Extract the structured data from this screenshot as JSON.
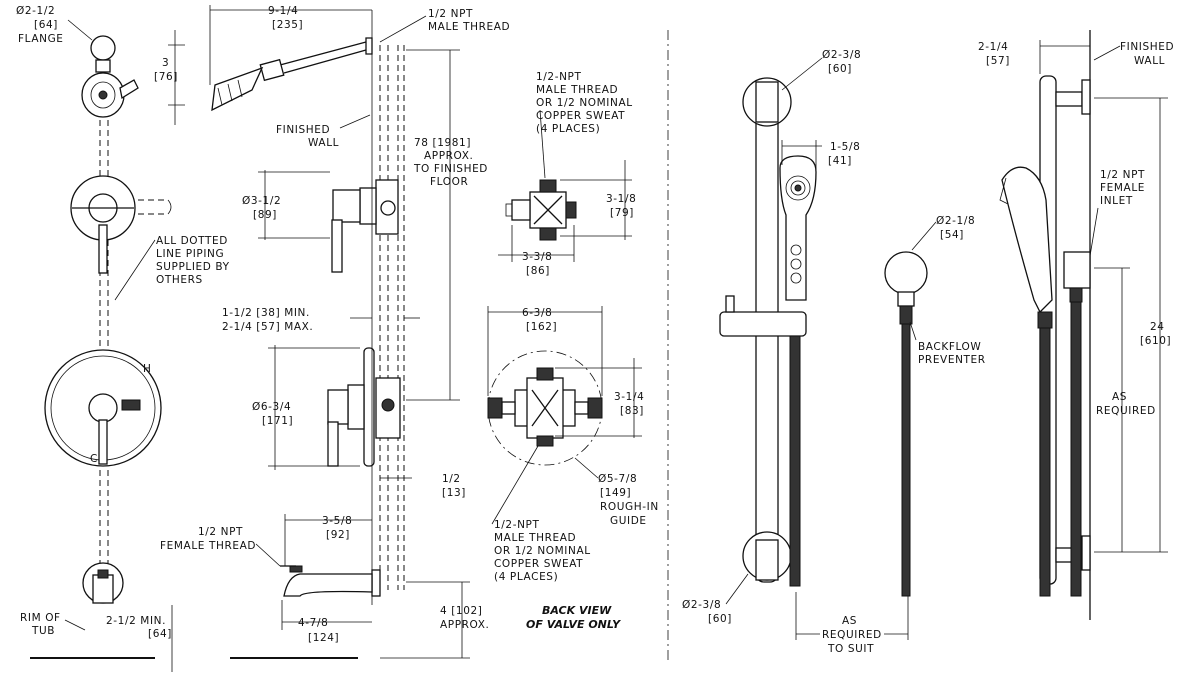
{
  "labels": {
    "flange": [
      "Ø2-1/2",
      "[64]",
      "FLANGE"
    ],
    "arm_length": [
      "9-1/4",
      "[235]"
    ],
    "npt_male_top": [
      "1/2 NPT",
      "MALE THREAD"
    ],
    "head_drop": [
      "3",
      "[76]"
    ],
    "finished_wall_left": [
      "FINISHED",
      "WALL"
    ],
    "height_floor": [
      "78 [1981]",
      "APPROX.",
      "TO FINISHED",
      "FLOOR"
    ],
    "valve_trim_dia": [
      "Ø3-1/2",
      "[89]"
    ],
    "dotted_piping": [
      "ALL DOTTED",
      "LINE PIPING",
      "SUPPLIED BY",
      "OTHERS"
    ],
    "wall_depth": [
      "1-1/2 [38] MIN.",
      "2-1/4 [57] MAX."
    ],
    "escutcheon_dia": [
      "Ø6-3/4",
      "[171]"
    ],
    "offset_half": [
      "1/2",
      "[13]"
    ],
    "spout_reach": [
      "3-5/8",
      "[92]"
    ],
    "female_thread": [
      "1/2 NPT",
      "FEMALE THREAD"
    ],
    "rim_of_tub": [
      "RIM OF",
      "TUB"
    ],
    "tub_clearance": [
      "2-1/2 MIN.",
      "[64]"
    ],
    "spout_length": [
      "4-7/8",
      "[124]"
    ],
    "spout_height": [
      "4 [102]",
      "APPROX."
    ],
    "valve_top_note": [
      "1/2-NPT",
      "MALE THREAD",
      "OR 1/2 NOMINAL",
      "COPPER SWEAT",
      "(4 PLACES)"
    ],
    "valve_top_height": [
      "3-1/8",
      "[79]"
    ],
    "valve_top_width": [
      "3-3/8",
      "[86]"
    ],
    "valve_bot_width": [
      "6-3/8",
      "[162]"
    ],
    "valve_bot_height": [
      "3-1/4",
      "[83]"
    ],
    "rough_in": [
      "Ø5-7/8",
      "[149]",
      "ROUGH-IN",
      "GUIDE"
    ],
    "valve_bot_note": [
      "1/2-NPT",
      "MALE THREAD",
      "OR 1/2 NOMINAL",
      "COPPER SWEAT",
      "(4 PLACES)"
    ],
    "back_view": [
      "BACK VIEW",
      "OF VALVE ONLY"
    ],
    "bar_top_dia": [
      "Ø2-3/8",
      "[60]"
    ],
    "handshower_width": [
      "1-5/8",
      "[41]"
    ],
    "outlet_dia": [
      "Ø2-1/8",
      "[54]"
    ],
    "backflow": [
      "BACKFLOW",
      "PREVENTER"
    ],
    "bar_bot_dia": [
      "Ø2-3/8",
      "[60]"
    ],
    "hose_length": [
      "AS",
      "REQUIRED",
      "TO SUIT"
    ],
    "bar_offset": [
      "2-1/4",
      "[57]"
    ],
    "finished_wall_right": [
      "FINISHED",
      "WALL"
    ],
    "female_inlet": [
      "1/2 NPT",
      "FEMALE",
      "INLET"
    ],
    "bar_height": [
      "24",
      "[610]"
    ],
    "as_required": [
      "AS",
      "REQUIRED"
    ]
  }
}
